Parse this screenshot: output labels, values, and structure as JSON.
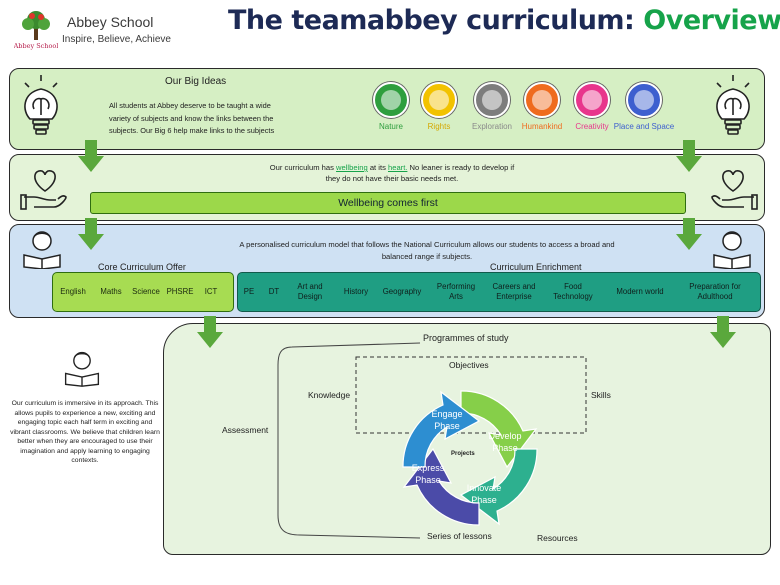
{
  "header": {
    "school_name": "Abbey School",
    "motto": "Inspire, Believe, Achieve",
    "logo_text": "Abbey School",
    "title_main": "The teamabbey curriculum:",
    "title_highlight": "Overview"
  },
  "big_ideas": {
    "title": "Our Big Ideas",
    "text": "All students at Abbey deserve to be taught a wide variety of subjects and know the links between the subjects. Our Big 6 help make links to the subjects",
    "items": [
      {
        "label": "Nature",
        "color": "#2e9e3e",
        "label_color": "#2e9e3e"
      },
      {
        "label": "Rights",
        "color": "#f2c200",
        "label_color": "#d4a800"
      },
      {
        "label": "Exploration",
        "color": "#7d7d7d",
        "label_color": "#8a8a8a"
      },
      {
        "label": "Humankind",
        "color": "#ef6b1e",
        "label_color": "#ef6b1e"
      },
      {
        "label": "Creativity",
        "color": "#e8358c",
        "label_color": "#e8358c"
      },
      {
        "label": "Place and Space",
        "color": "#3d5fcf",
        "label_color": "#3d5fcf"
      }
    ]
  },
  "wellbeing": {
    "text_a": "Our curriculum has",
    "text_hl1": "wellbeing",
    "text_b": "at its",
    "text_hl2": "heart.",
    "text_c": "No leaner is ready to develop if they do not have their basic needs met.",
    "bar_label": "Wellbeing comes first"
  },
  "personalised": {
    "text": "A personalised curriculum model that follows the National Curriculum allows our students to access a broad and balanced range if subjects.",
    "core_title": "Core Curriculum Offer",
    "enrichment_title": "Curriculum Enrichment",
    "core_subjects": [
      "English",
      "Maths",
      "Science",
      "PHSRE",
      "ICT"
    ],
    "enrichment_subjects": [
      "PE",
      "DT",
      "Art and Design",
      "History",
      "Geography",
      "Performing Arts",
      "Careers and Enterprise",
      "Food Technology",
      "Modern world",
      "Preparation for Adulthood"
    ]
  },
  "programme": {
    "title": "Programmes of study",
    "objectives": "Objectives",
    "knowledge": "Knowledge",
    "skills": "Skills",
    "assessment": "Assessment",
    "series": "Series of lessons",
    "resources": "Resources",
    "projects": "Projects",
    "phases": [
      "Engage Phase",
      "Develop Phase",
      "Innovate Phase",
      "Express Phase"
    ],
    "immersive_text": "Our curriculum is immersive in its approach. This allows pupils to experience a new, exciting and engaging topic each half term in exciting and vibrant classrooms. We believe that children learn better when they are encouraged to use their imagination and apply learning to engaging contexts."
  },
  "colors": {
    "title_navy": "#1d2a55",
    "title_green": "#16a34a",
    "arrow_green": "#5aa83c",
    "engage": "#86cf49",
    "develop": "#2db08f",
    "innovate": "#4b4ba8",
    "express": "#2d8ed1"
  }
}
